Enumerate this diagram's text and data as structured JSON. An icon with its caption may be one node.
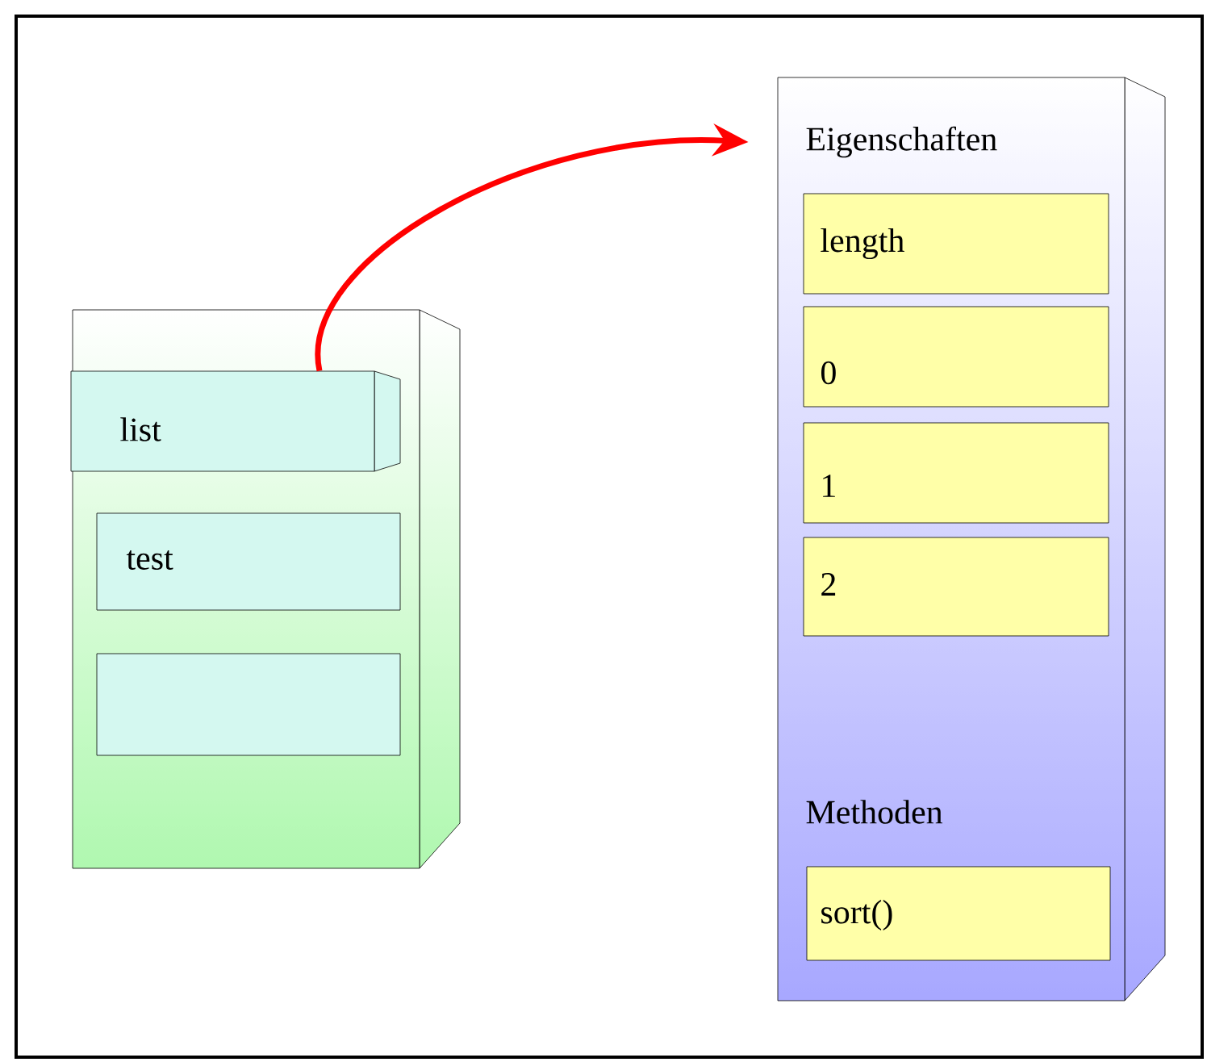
{
  "diagram": {
    "nodes": [
      {
        "text": [],
        "shape": "box"
      },
      {
        "text": [
          "list"
        ],
        "in": 0
      },
      {
        "text": [
          "test"
        ],
        "in": 0
      },
      {
        "text": [],
        "shape": "box",
        "in": 0
      },
      {
        "text": [
          "Eigenschaften",
          "Methoden"
        ]
      },
      {
        "text": [
          "length"
        ],
        "in": 4
      },
      {
        "text": [
          "0"
        ],
        "in": 4
      },
      {
        "text": [
          "1"
        ],
        "in": 4
      },
      {
        "text": [
          "2"
        ],
        "in": 4
      },
      {
        "text": [
          "sort()"
        ],
        "in": 4
      }
    ],
    "edges": [
      {
        "from": 1,
        "to": 4,
        "arrow": "to",
        "color": "#ff0000"
      }
    ]
  }
}
